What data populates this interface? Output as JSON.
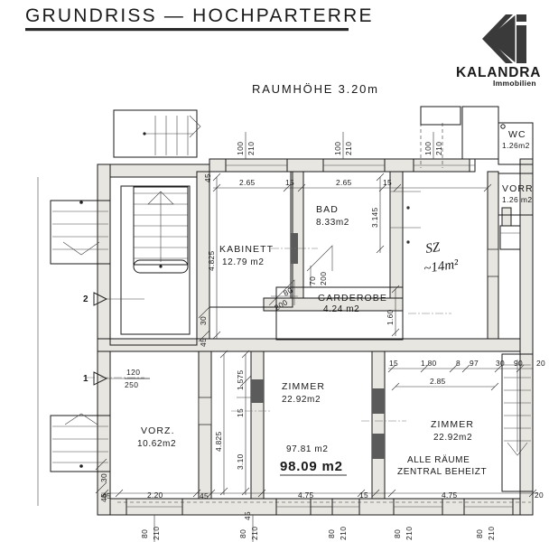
{
  "header": {
    "title": "GRUNDRISS — HOCHPARTERRE",
    "room_height_label": "RAUMHÖHE  3.20m"
  },
  "logo": {
    "name": "KALANDRA",
    "tagline": "Immobilien",
    "icon": "kalandra-chevron-i-mark"
  },
  "rooms": [
    {
      "id": "kabinett",
      "name": "KABINETT",
      "area": "12.79 m2"
    },
    {
      "id": "bad",
      "name": "BAD",
      "area": "8.33m2"
    },
    {
      "id": "garderobe",
      "name": "GARDEROBE",
      "area": "4.24 m2"
    },
    {
      "id": "wc",
      "name": "WC",
      "area": "1.26m2"
    },
    {
      "id": "vorr",
      "name": "VORR",
      "area": "1.26 m2"
    },
    {
      "id": "vorz",
      "name": "VORZ.",
      "area": "10.62m2"
    },
    {
      "id": "zimmer1",
      "name": "ZIMMER",
      "area": "22.92m2"
    },
    {
      "id": "zimmer2",
      "name": "ZIMMER",
      "area": "22.92m2"
    }
  ],
  "totals": {
    "net_area": "97.81 m2",
    "gross_area": "98.09 m2"
  },
  "notes": {
    "heating_line1": "ALLE  RÄUME",
    "heating_line2": "ZENTRAL  BEHEIZT",
    "handwritten_label": "SZ",
    "handwritten_area": "~14m²"
  },
  "door_markers": [
    {
      "id": "door-1",
      "label": "1",
      "width": "120",
      "height": "250"
    },
    {
      "id": "door-2",
      "label": "2"
    }
  ],
  "openings": {
    "door_kabinett": {
      "width": "80",
      "height": "200"
    },
    "door_bad": {
      "width": "70",
      "height": "200"
    },
    "windows_top": {
      "width": "100",
      "height": "210"
    },
    "windows_bottom": {
      "width": "80",
      "height": "210"
    }
  },
  "dimensions": {
    "top": [
      "45",
      "2.65",
      "15",
      "2.65",
      "15",
      "100",
      "210"
    ],
    "bottom": [
      "45",
      "2.20",
      "45",
      "4.75",
      "15",
      "4.75",
      "20"
    ],
    "bottom_band_left": "45",
    "left_vertical": [
      "4.825",
      "4.825"
    ],
    "inner_vertical": [
      "1.575",
      "15",
      "3.10"
    ],
    "bad_vertical": "3.145",
    "garderobe_vertical": "1.60",
    "right_room_top": [
      "15",
      "1.80",
      "8",
      "97",
      "30",
      "90",
      "20"
    ],
    "right_room_span": "2.85",
    "vorz_small": [
      "30",
      "45"
    ],
    "left_small": [
      "30",
      "45"
    ]
  }
}
